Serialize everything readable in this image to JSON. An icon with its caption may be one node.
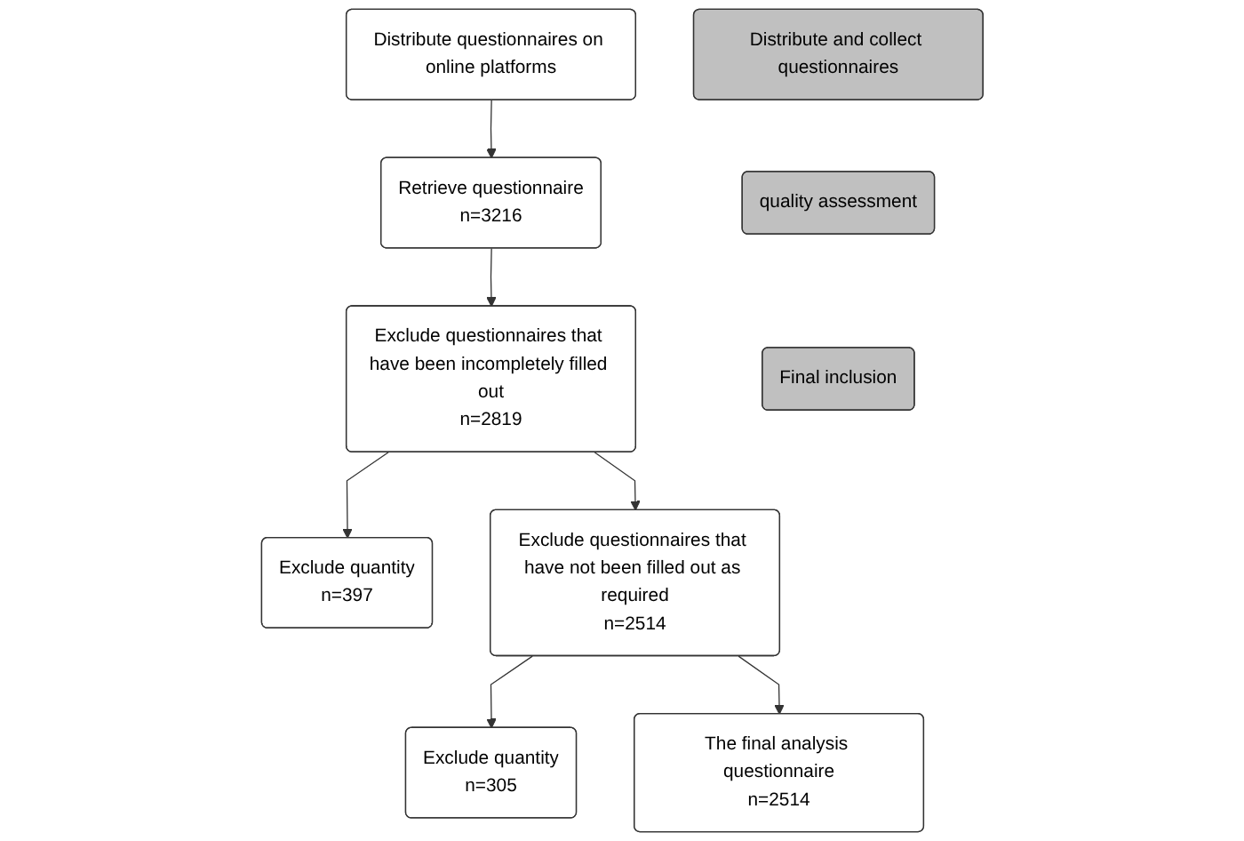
{
  "diagram": {
    "nodes": [
      {
        "text": [
          "Distribute and collect questionnaires"
        ]
      },
      {
        "text": [
          "Distribute questionnaires on online platforms"
        ]
      },
      {
        "text": [
          "Retrieve questionnaire",
          "n=3216"
        ]
      },
      {
        "text": [
          "quality assessment"
        ]
      },
      {
        "text": [
          "Exclude questionnaires that have been incompletely filled out",
          "n=2819"
        ]
      },
      {
        "text": [
          "Exclude quantity",
          "n=397"
        ]
      },
      {
        "text": [
          "Exclude questionnaires that have not been filled out as required",
          "n=2514"
        ]
      },
      {
        "text": [
          "Exclude quantity",
          "n=305"
        ]
      },
      {
        "text": [
          "Final inclusion"
        ]
      },
      {
        "text": [
          "The final analysis questionnaire",
          "n=2514"
        ]
      }
    ],
    "edges": [
      {
        "from": 1,
        "to": 2,
        "arrow": "to"
      },
      {
        "from": 2,
        "to": 4,
        "arrow": "to"
      },
      {
        "from": 4,
        "to": 5,
        "arrow": "to"
      },
      {
        "from": 4,
        "to": 6,
        "arrow": "to"
      },
      {
        "from": 6,
        "to": 7,
        "arrow": "to"
      },
      {
        "from": 6,
        "to": 9,
        "arrow": "to"
      }
    ]
  }
}
